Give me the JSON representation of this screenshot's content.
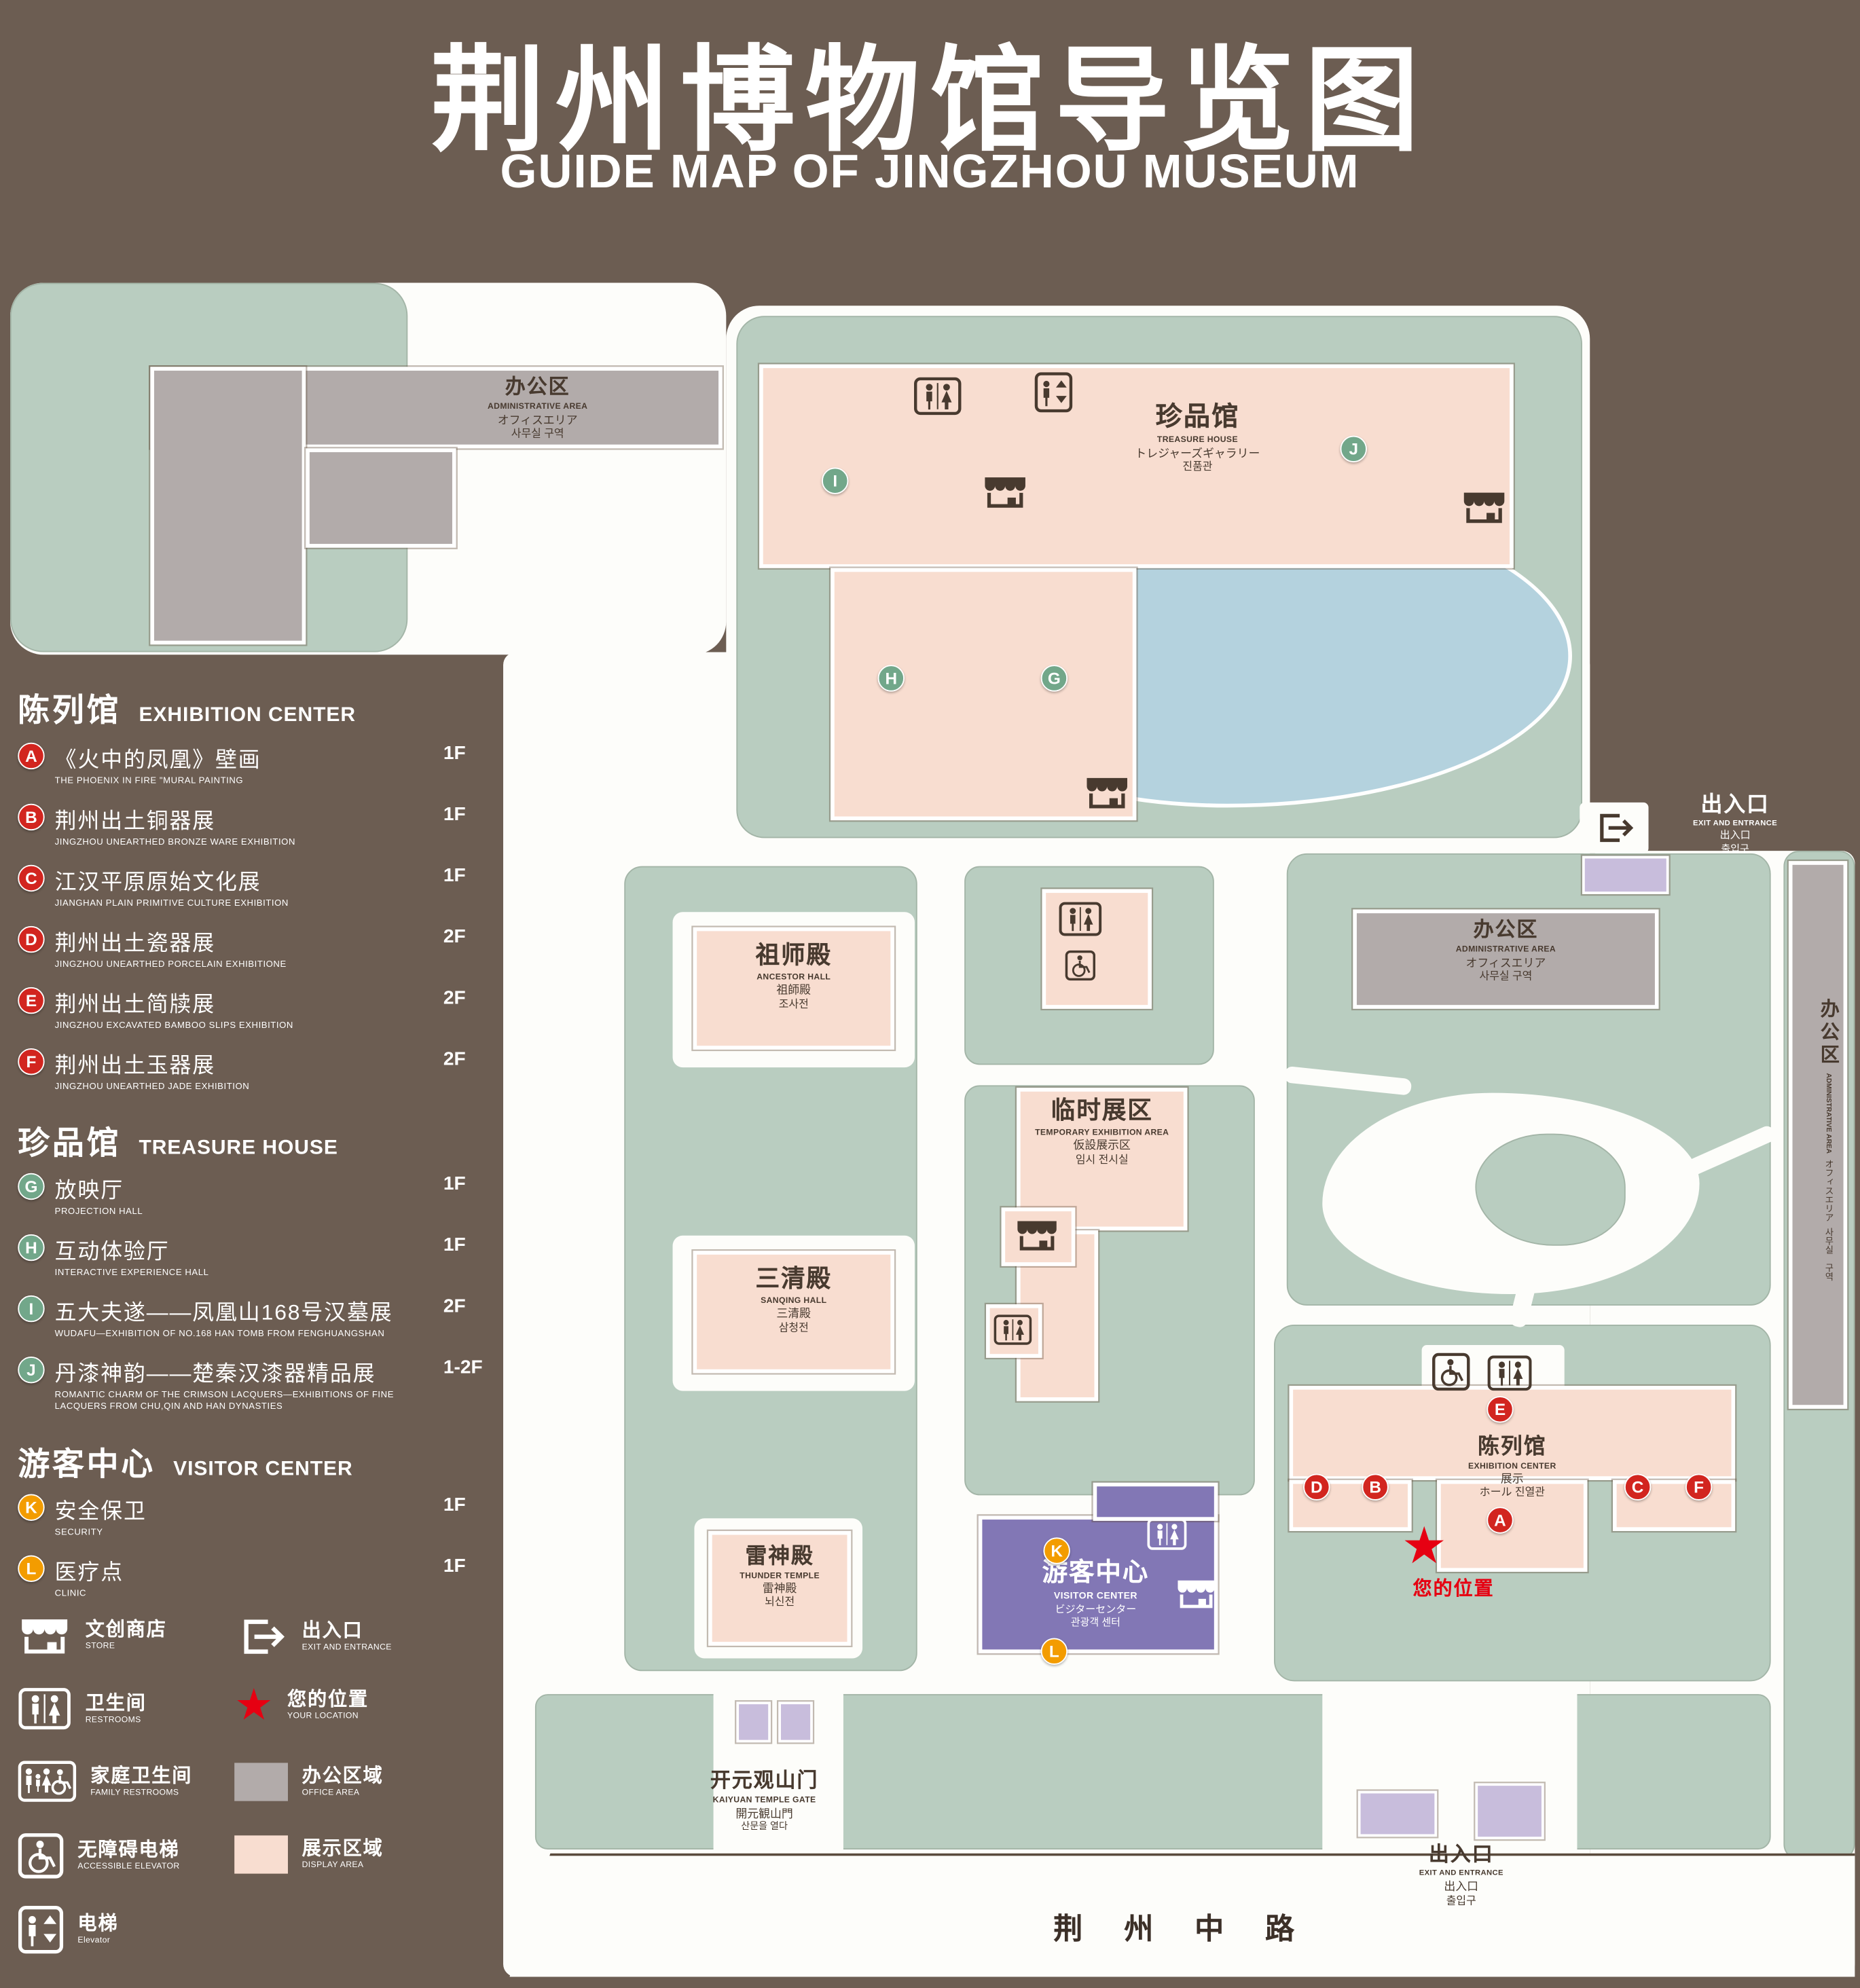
{
  "title": {
    "zh": "荆州博物馆导览图",
    "en": "GUIDE MAP OF JINGZHOU MUSEUM"
  },
  "legend": {
    "sections": [
      {
        "title_zh": "陈列馆",
        "title_en": "EXHIBITION CENTER",
        "items": [
          {
            "letter": "A",
            "zh": "《火中的凤凰》壁画",
            "en": "THE PHOENIX IN FIRE \"MURAL PAINTING",
            "floor": "1F"
          },
          {
            "letter": "B",
            "zh": "荆州出土铜器展",
            "en": "JINGZHOU UNEARTHED BRONZE WARE EXHIBITION",
            "floor": "1F"
          },
          {
            "letter": "C",
            "zh": "江汉平原原始文化展",
            "en": "JIANGHAN PLAIN PRIMITIVE CULTURE EXHIBITION",
            "floor": "1F"
          },
          {
            "letter": "D",
            "zh": "荆州出土瓷器展",
            "en": "JINGZHOU UNEARTHED PORCELAIN EXHIBITIONE",
            "floor": "2F"
          },
          {
            "letter": "E",
            "zh": "荆州出土简牍展",
            "en": "JINGZHOU EXCAVATED BAMBOO SLIPS EXHIBITION",
            "floor": "2F"
          },
          {
            "letter": "F",
            "zh": "荆州出土玉器展",
            "en": "JINGZHOU UNEARTHED JADE EXHIBITION",
            "floor": "2F"
          }
        ]
      },
      {
        "title_zh": "珍品馆",
        "title_en": "TREASURE HOUSE",
        "items": [
          {
            "letter": "G",
            "zh": "放映厅",
            "en": "PROJECTION HALL",
            "floor": "1F"
          },
          {
            "letter": "H",
            "zh": "互动体验厅",
            "en": "INTERACTIVE EXPERIENCE HALL",
            "floor": "1F"
          },
          {
            "letter": "I",
            "zh": "五大夫遂——凤凰山168号汉墓展",
            "en": "WUDAFU—EXHIBITION OF NO.168 HAN TOMB FROM FENGHUANGSHAN",
            "floor": "2F"
          },
          {
            "letter": "J",
            "zh": "丹漆神韵——楚秦汉漆器精品展",
            "en": "ROMANTIC CHARM OF THE CRIMSON LACQUERS—EXHIBITIONS OF FINE LACQUERS FROM CHU,QIN AND HAN DYNASTIES",
            "floor": "1-2F"
          }
        ]
      },
      {
        "title_zh": "游客中心",
        "title_en": "VISITOR CENTER",
        "items": [
          {
            "letter": "K",
            "zh": "安全保卫",
            "en": "SECURITY",
            "floor": "1F"
          },
          {
            "letter": "L",
            "zh": "医疗点",
            "en": "CLINIC",
            "floor": "1F"
          }
        ]
      }
    ],
    "symbols": [
      {
        "zh": "文创商店",
        "en": "STORE"
      },
      {
        "zh": "出入口",
        "en": "EXIT AND ENTRANCE"
      },
      {
        "zh": "卫生间",
        "en": "RESTROOMS"
      },
      {
        "zh": "您的位置",
        "en": "YOUR LOCATION"
      },
      {
        "zh": "家庭卫生间",
        "en": "FAMILY RESTROOMS"
      },
      {
        "zh": "办公区域",
        "en": "OFFICE AREA"
      },
      {
        "zh": "无障碍电梯",
        "en": "ACCESSIBLE ELEVATOR"
      },
      {
        "zh": "展示区域",
        "en": "DISPLAY AREA"
      },
      {
        "zh": "电梯",
        "en": "Elevator"
      }
    ]
  },
  "map": {
    "admin_top_left": {
      "zh": "办公区",
      "en": "ADMINISTRATIVE AREA",
      "jp": "オフィスエリア",
      "kr": "사무실 구역"
    },
    "treasure_house": {
      "zh": "珍品馆",
      "en": "TREASURE HOUSE",
      "jp": "トレジャーズギャラリー",
      "kr": "진품관"
    },
    "ancestor_hall": {
      "zh": "祖师殿",
      "en": "ANCESTOR HALL",
      "jp": "祖師殿",
      "kr": "조사전"
    },
    "sanqing_hall": {
      "zh": "三清殿",
      "en": "SANQING HALL",
      "jp": "三清殿",
      "kr": "삼청전"
    },
    "thunder_temple": {
      "zh": "雷神殿",
      "en": "THUNDER TEMPLE",
      "jp": "雷神殿",
      "kr": "뇌신전"
    },
    "temporary_exhibition": {
      "zh": "临时展区",
      "en": "TEMPORARY EXHIBITION AREA",
      "jp": "仮設展示区",
      "kr": "임시 전시실"
    },
    "admin_right": {
      "zh": "办公区",
      "en": "ADMINISTRATIVE AREA",
      "jp": "オフィスエリア",
      "kr": "사무실 구역"
    },
    "admin_far_right": {
      "zh": "办公区",
      "en": "ADMINISTRATIVE AREA",
      "jp": "オフィスエリア",
      "kr": "사무실 구역"
    },
    "exhibition_center": {
      "zh": "陈列馆",
      "en": "EXHIBITION CENTER",
      "jp": "展示",
      "kr": "ホール 진열관"
    },
    "visitor_center": {
      "zh": "游客中心",
      "en": "VISITOR CENTER",
      "jp": "ビジターセンター",
      "kr": "관광객 센터"
    },
    "exit_top_right": {
      "zh": "出入口",
      "en": "EXIT AND ENTRANCE",
      "jp": "出入口",
      "kr": "출입구"
    },
    "exit_bottom": {
      "zh": "出入口",
      "en": "EXIT AND ENTRANCE",
      "jp": "出入口",
      "kr": "출입구"
    },
    "gate": {
      "zh": "开元观山门",
      "en": "KAIYUAN TEMPLE GATE",
      "jp": "開元観山門",
      "kr": "산문을 열다"
    },
    "your_location": "您的位置",
    "road": "荆 州 中 路",
    "markers": {
      "a": "A",
      "b": "B",
      "c": "C",
      "d": "D",
      "e": "E",
      "f": "F",
      "g": "G",
      "h": "H",
      "i": "I",
      "j": "J",
      "k": "K",
      "l": "L"
    }
  },
  "icons": {
    "star_glyph": "★"
  },
  "colors": {
    "background": "#6c5d52",
    "lawn_green": "#b9cdc0",
    "display_area": "#f8ddd0",
    "office_area": "#b2abaa",
    "water": "#b4d2de",
    "visitor_center": "#8277b5",
    "gate_purple": "#c8bddc",
    "marker_red": "#d2251f",
    "marker_green": "#72a78a",
    "marker_orange": "#f39c00",
    "map_text": "#483a2f",
    "location_red": "#e60012"
  }
}
